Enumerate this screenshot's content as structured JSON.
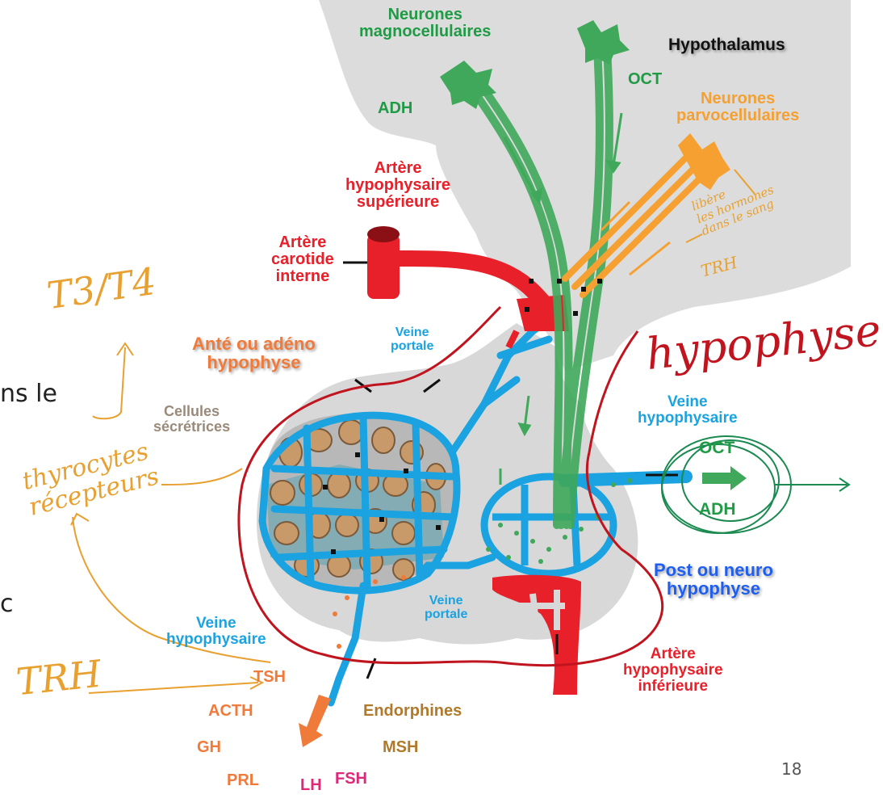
{
  "slide": {
    "page_number": "18",
    "side_fragment_1": "ns le",
    "side_fragment_2": "c"
  },
  "labels": {
    "magno": "Neurones\nmagnocellulaires",
    "hypothalamus": "Hypothalamus",
    "adh_top": "ADH",
    "oct_top": "OCT",
    "parvo": "Neurones\nparvocellulaires",
    "art_sup": "Artère\nhypophysaire\nsupérieure",
    "art_carotide": "Artère\ncarotide\ninterne",
    "ante": "Anté ou adéno\nhypophyse",
    "veine_portale_1": "Veine\nportale",
    "cellules": "Cellules\nsécrétrices",
    "veine_hypo_right": "Veine\nhypophysaire",
    "oct_right": "OCT",
    "adh_right": "ADH",
    "post": "Post ou neuro\nhypophyse",
    "veine_portale_2": "Veine\nportale",
    "veine_hypo_left": "Veine\nhypophysaire",
    "tsh": "TSH",
    "acth": "ACTH",
    "gh": "GH",
    "prl": "PRL",
    "lh": "LH",
    "fsh": "FSH",
    "endorphines": "Endorphines",
    "msh": "MSH",
    "art_inf": "Artère\nhypophysaire\ninférieure"
  },
  "handwriting": {
    "t3t4": "T3/T4",
    "hypophyse": "hypophyse",
    "libere": "libère\nles hormones\ndans le sang",
    "trh_right": "TRH",
    "thyrocytes": "thyrocytes\nrécepteurs",
    "trh_left": "TRH"
  },
  "colors": {
    "background_hypothalamus": "#dcdcdc",
    "vein_blue": "#1aa3e0",
    "artery_red": "#e8202a",
    "neuron_green": "#3fa85a",
    "parvo_orange": "#f5a030",
    "cell_brown": "#c89a6a",
    "label_green": "#1f9a45",
    "label_red": "#e8202a",
    "label_orange": "#f07a3a",
    "label_blue": "#1aa3e0",
    "label_darkblue": "#1e5ef0",
    "label_brown": "#b07a2a",
    "label_grey": "#9a8a7a",
    "label_pink": "#e0287a",
    "ink_red": "#c0141e",
    "ink_orange": "#e8a030",
    "ink_green": "#1a8a50"
  }
}
